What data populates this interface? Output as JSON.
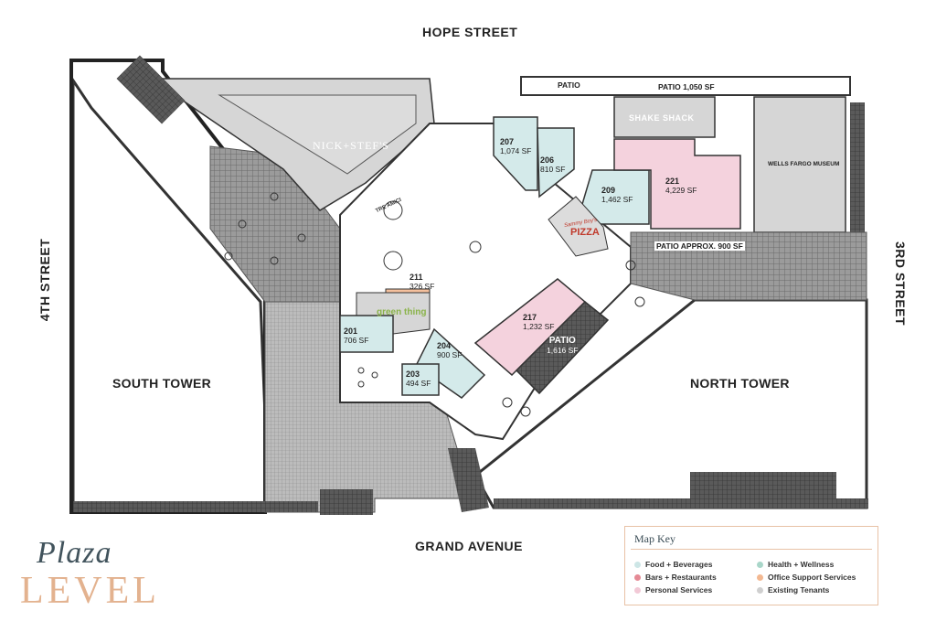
{
  "streets": {
    "north": "HOPE STREET",
    "south": "GRAND AVENUE",
    "west": "4TH STREET",
    "east": "3RD STREET"
  },
  "towers": {
    "south": "SOUTH TOWER",
    "north": "NORTH TOWER"
  },
  "units": [
    {
      "id": "207",
      "area": "1,074 SF",
      "category": "Food + Beverages"
    },
    {
      "id": "206",
      "area": "810 SF",
      "category": "Food + Beverages"
    },
    {
      "id": "209",
      "area": "1,462 SF",
      "category": "Food + Beverages"
    },
    {
      "id": "221",
      "area": "4,229 SF",
      "category": "Personal Services"
    },
    {
      "id": "211",
      "area": "326 SF",
      "category": "Office Support Services"
    },
    {
      "id": "201",
      "area": "706 SF",
      "category": "Food + Beverages"
    },
    {
      "id": "204",
      "area": "900 SF",
      "category": "Food + Beverages"
    },
    {
      "id": "203",
      "area": "494 SF",
      "category": "Food + Beverages"
    },
    {
      "id": "217",
      "area": "1,232 SF",
      "category": "Personal Services"
    }
  ],
  "patios": {
    "top_label": "PATIO",
    "top_area": "PATIO 1,050 SF",
    "right_area": "PATIO  APPROX. 900 SF",
    "center_label": "PATIO",
    "center_area": "1,616 SF"
  },
  "tenants": {
    "nick_stefs": "NICK+STEF'S",
    "shake_shack": "SHAKE SHACK",
    "wells_fargo": "WELLS FARGO MUSEUM",
    "green_thing": "green thing",
    "pizza_top": "Sammy Boy's",
    "pizza": "PIZZA",
    "tre_amici": "TRE AMICI"
  },
  "legend": {
    "title": "Map Key",
    "items": [
      {
        "label": "Food + Beverages",
        "color": "#cde6e6"
      },
      {
        "label": "Bars + Restaurants",
        "color": "#e58a95"
      },
      {
        "label": "Personal Services",
        "color": "#f2c9d6"
      },
      {
        "label": "Health + Wellness",
        "color": "#a9d6c9"
      },
      {
        "label": "Office Support Services",
        "color": "#f3b891"
      },
      {
        "label": "Existing Tenants",
        "color": "#cfcfcf"
      }
    ]
  },
  "logo": {
    "script": "Plaza",
    "word": "LEVEL"
  },
  "colors": {
    "food": "#d4eaea",
    "personal": "#f4d2dd",
    "office": "#f4c09d",
    "existing": "#d6d6d6",
    "outline": "#333333",
    "accent": "#e3b28f"
  }
}
